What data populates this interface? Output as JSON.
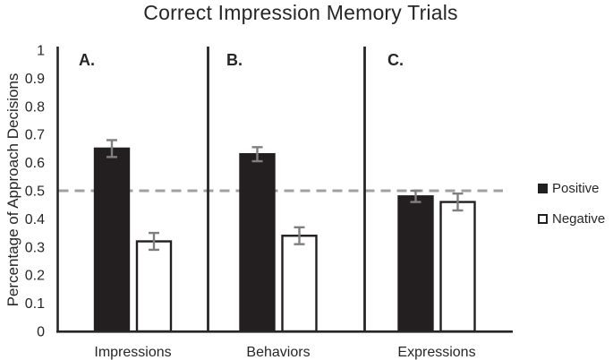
{
  "title": "Correct Impression Memory Trials",
  "chart_data": {
    "type": "bar",
    "title": "Correct Impression Memory Trials",
    "ylabel": "Percentage of Approach Decisions",
    "xlabel": "",
    "ylim": [
      0,
      1
    ],
    "ytick_step": 0.1,
    "grid": false,
    "reference_line_y": 0.5,
    "reference_line_style": "dashed",
    "legend_position": "right-outside",
    "categories": [
      "Impressions",
      "Behaviors",
      "Expressions"
    ],
    "panel_letters": [
      "A.",
      "B.",
      "C."
    ],
    "series": [
      {
        "name": "Positive",
        "fill": "filled",
        "values": [
          0.65,
          0.63,
          0.48
        ],
        "errors": [
          0.03,
          0.025,
          0.02
        ]
      },
      {
        "name": "Negative",
        "fill": "outline",
        "values": [
          0.32,
          0.34,
          0.46
        ],
        "errors": [
          0.03,
          0.03,
          0.03
        ]
      }
    ]
  },
  "legend": {
    "items": [
      {
        "label": "Positive",
        "swatch": "filled"
      },
      {
        "label": "Negative",
        "swatch": "outline"
      }
    ]
  },
  "colors": {
    "bar_black": "#231f20",
    "bar_white": "#ffffff",
    "axis": "#262626",
    "text": "#262626",
    "error_bar": "#7f7f7f",
    "reference_line": "#a0a0a0",
    "background": "#ffffff"
  }
}
